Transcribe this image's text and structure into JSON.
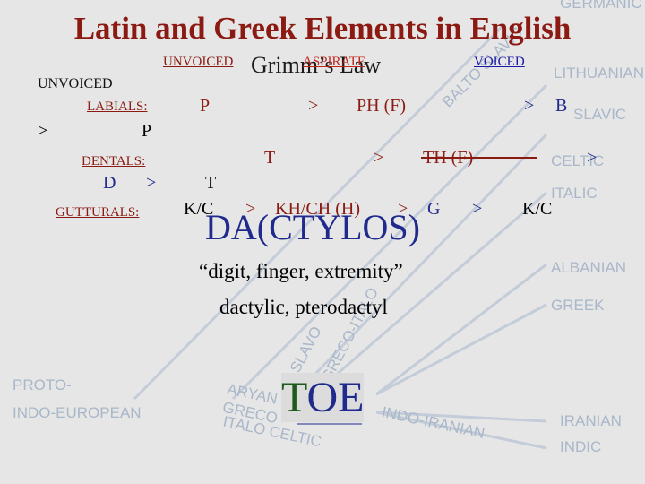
{
  "slide": {
    "title": "Latin and Greek Elements in English",
    "grimm_label": "Grimm’s Law",
    "headers": {
      "unvoiced": "UNVOICED",
      "aspirate": "ASPIRATE",
      "voiced": "VOICED",
      "unvoiced_left": "UNVOICED"
    },
    "rows": {
      "labials_label": "LABIALS:",
      "labials_p1": "P",
      "labials_gt1": ">",
      "labials_ph": "PH (F)",
      "labials_gt2": ">",
      "labials_b": "B",
      "labials_gt3": ">",
      "labials_p2": "P",
      "dentals_label": "DENTALS:",
      "dentals_t1": "T",
      "dentals_gt1": ">",
      "dentals_th": "TH (F)",
      "dentals_gt2": ">",
      "dentals_d": "D",
      "dentals_gt3": ">",
      "dentals_t2": "T",
      "gutturals_label": "GUTTURALS:",
      "gutturals_kc1": "K/C",
      "gutturals_gt1": ">",
      "gutturals_kh": "KH/CH (H)",
      "gutturals_gt2": ">",
      "gutturals_g": "G",
      "gutturals_gt3": ">",
      "gutturals_kc2": "K/C"
    },
    "root": "DA(CTYLOS)",
    "gloss": "“digit, finger, extremity”",
    "examples": "dactylic, pterodactyl",
    "answer_t": "T",
    "answer_oe": "OE"
  },
  "background_tree": {
    "labels": [
      "GERMANIC",
      "LITHUANIAN",
      "SLAVIC",
      "CELTIC",
      "ITALIC",
      "ALBANIAN",
      "GREEK",
      "PROTO-",
      "INDO-EUROPEAN",
      "IRANIAN",
      "INDIC",
      "BALTO SLAVIC",
      "ARYAN",
      "GRECO",
      "ITALO CELTIC",
      "INDO-IRANIAN",
      "SLAVO",
      "GRECO-ITALO"
    ],
    "color": "#a9b7c9"
  }
}
